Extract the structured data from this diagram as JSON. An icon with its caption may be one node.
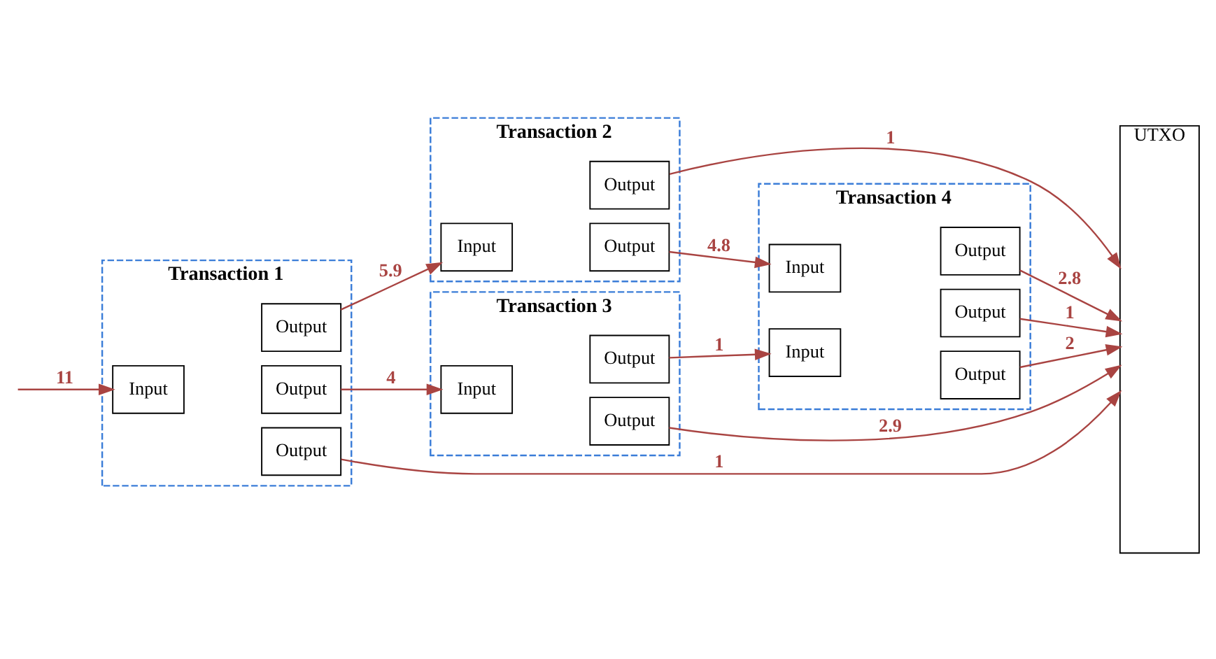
{
  "diagram": {
    "nodes": [
      {
        "text": [
          "Transaction 1"
        ]
      },
      {
        "text": [
          "Input"
        ],
        "in": 0
      },
      {
        "text": [
          "Output"
        ],
        "in": 0
      },
      {
        "text": [
          "Output"
        ],
        "in": 0
      },
      {
        "text": [
          "Output"
        ],
        "in": 0
      },
      {
        "text": [
          "Transaction 2"
        ]
      },
      {
        "text": [
          "Input"
        ],
        "in": 5
      },
      {
        "text": [
          "Output"
        ],
        "in": 5
      },
      {
        "text": [
          "Output"
        ],
        "in": 5
      },
      {
        "text": [
          "Transaction 3"
        ]
      },
      {
        "text": [
          "Input"
        ],
        "in": 9
      },
      {
        "text": [
          "Output"
        ],
        "in": 9
      },
      {
        "text": [
          "Output"
        ],
        "in": 9
      },
      {
        "text": [
          "Transaction 4"
        ]
      },
      {
        "text": [
          "Input"
        ],
        "in": 13
      },
      {
        "text": [
          "Input"
        ],
        "in": 13
      },
      {
        "text": [
          "Output"
        ],
        "in": 13
      },
      {
        "text": [
          "Output"
        ],
        "in": 13
      },
      {
        "text": [
          "Output"
        ],
        "in": 13
      },
      {
        "text": [
          "UTXO"
        ]
      }
    ],
    "edges": [
      {
        "from": null,
        "to": 1,
        "arrow": "to",
        "label": "11"
      },
      {
        "from": 2,
        "to": 19,
        "arrow": "to",
        "label": "1"
      },
      {
        "from": 3,
        "to": 6,
        "arrow": "to",
        "label": "5.9"
      },
      {
        "from": 4,
        "to": 10,
        "arrow": "to",
        "label": "4"
      },
      {
        "from": 7,
        "to": 19,
        "arrow": "to",
        "label": "1"
      },
      {
        "from": 8,
        "to": 14,
        "arrow": "to",
        "label": "4.8"
      },
      {
        "from": 11,
        "to": 15,
        "arrow": "to",
        "label": "1"
      },
      {
        "from": 12,
        "to": 19,
        "arrow": "to",
        "label": "2.9"
      },
      {
        "from": 16,
        "to": 19,
        "arrow": "to",
        "label": "2"
      },
      {
        "from": 17,
        "to": 19,
        "arrow": "to",
        "label": "2.8"
      },
      {
        "from": 18,
        "to": 19,
        "arrow": "to",
        "label": "1"
      }
    ]
  }
}
